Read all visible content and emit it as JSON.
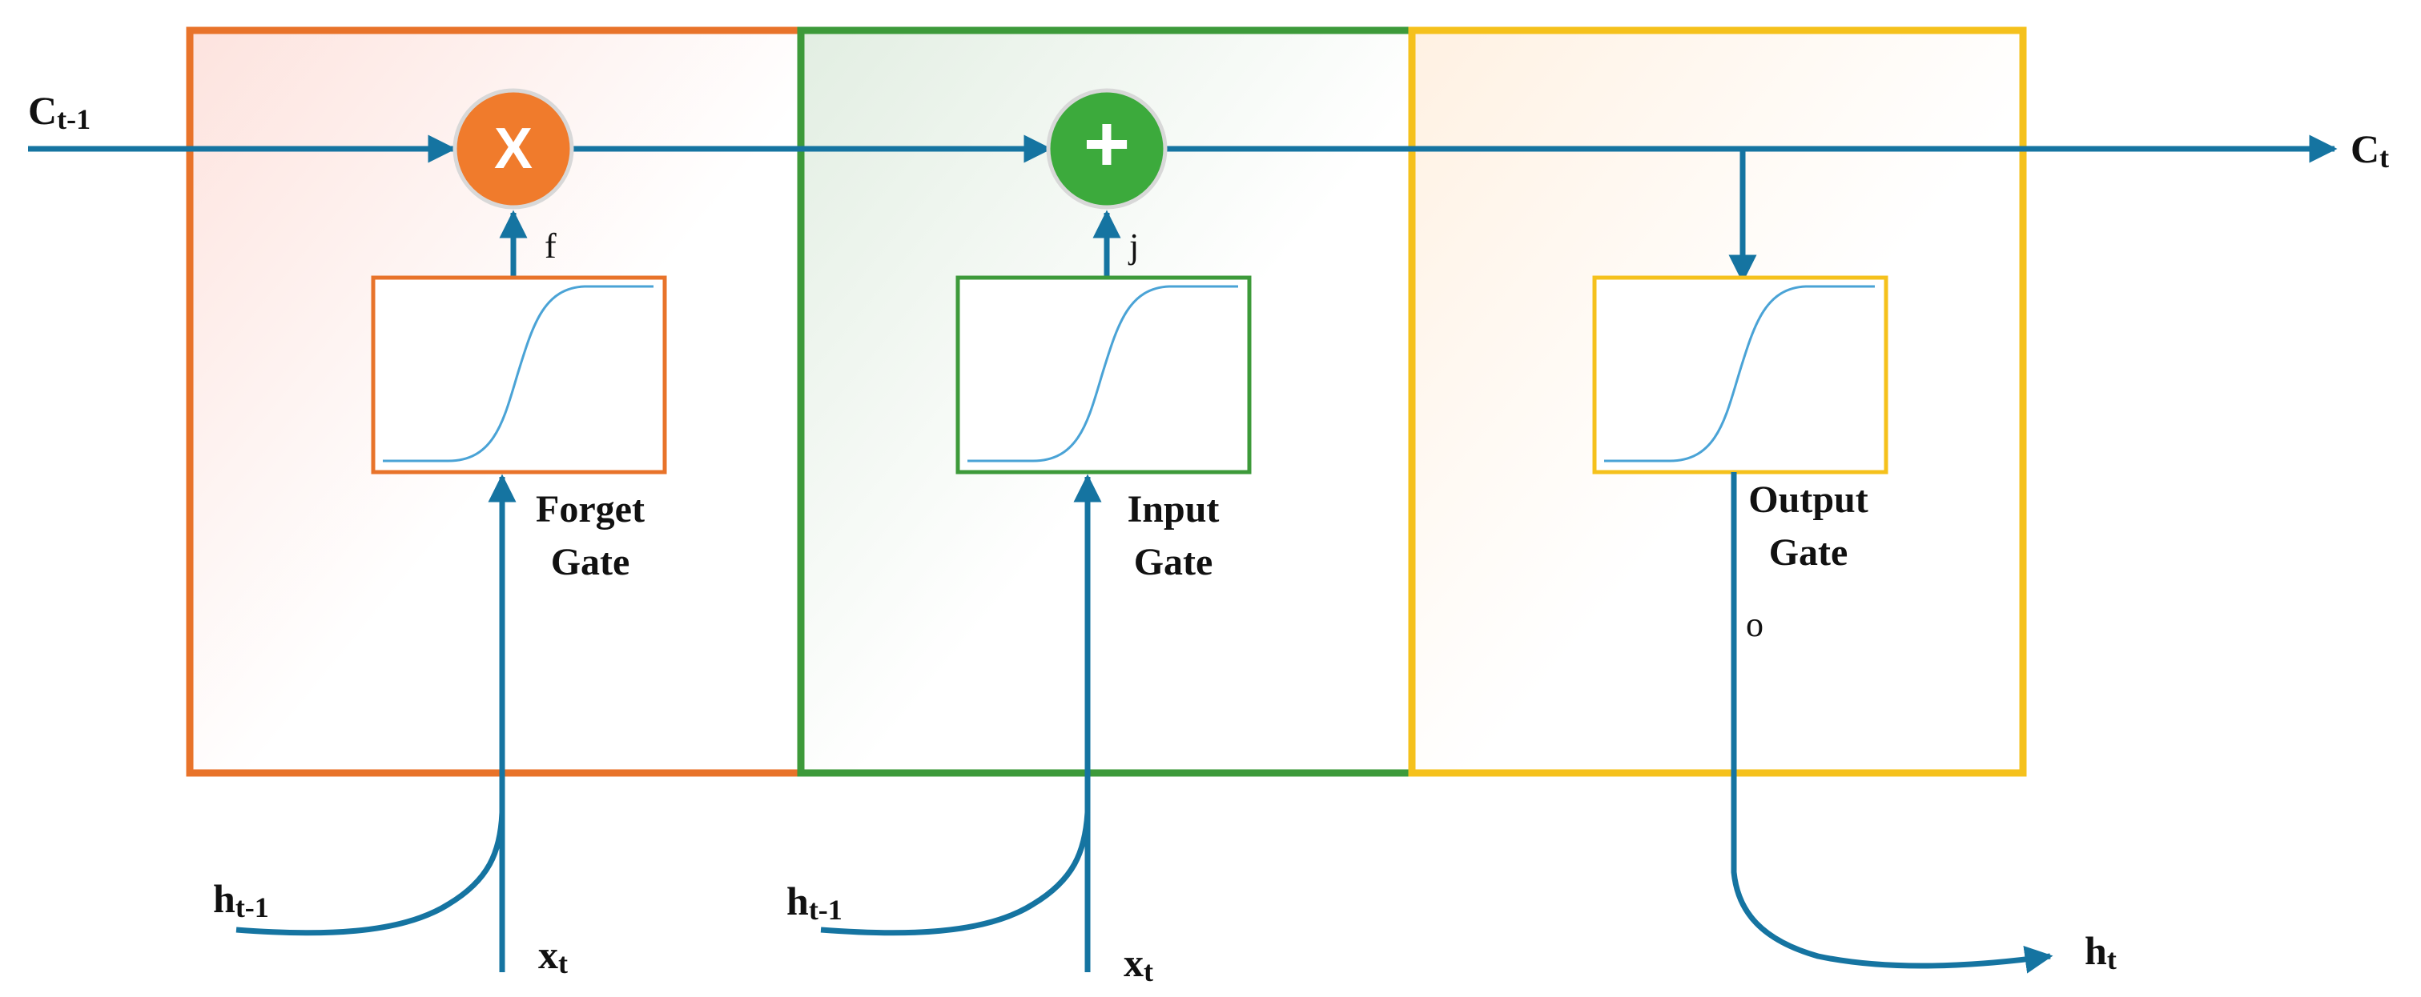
{
  "labels": {
    "c_prev": {
      "main": "C",
      "sub": "t-1"
    },
    "c_next": {
      "main": "C",
      "sub": "t"
    },
    "h_prev_forget": {
      "main": "h",
      "sub": "t-1"
    },
    "h_prev_input": {
      "main": "h",
      "sub": "t-1"
    },
    "x_forget": {
      "main": "x",
      "sub": "t"
    },
    "x_input": {
      "main": "x",
      "sub": "t"
    },
    "h_out": {
      "main": "h",
      "sub": "t"
    }
  },
  "gates": {
    "forget": {
      "line1": "Forget",
      "line2": "Gate",
      "signal": "f",
      "color": "#e8732a"
    },
    "input": {
      "line1": "Input",
      "line2": "Gate",
      "signal": "j",
      "color": "#3d9a3a"
    },
    "output": {
      "line1": "Output",
      "line2": "Gate",
      "signal": "o",
      "color": "#f5c11c"
    }
  },
  "operators": {
    "multiply": {
      "symbol": "X",
      "color": "#f07b2c"
    },
    "add": {
      "symbol": "+",
      "color": "#3caa3c"
    }
  },
  "colors": {
    "line": "#1574a1",
    "sigmoid": "#4aa3d6"
  }
}
